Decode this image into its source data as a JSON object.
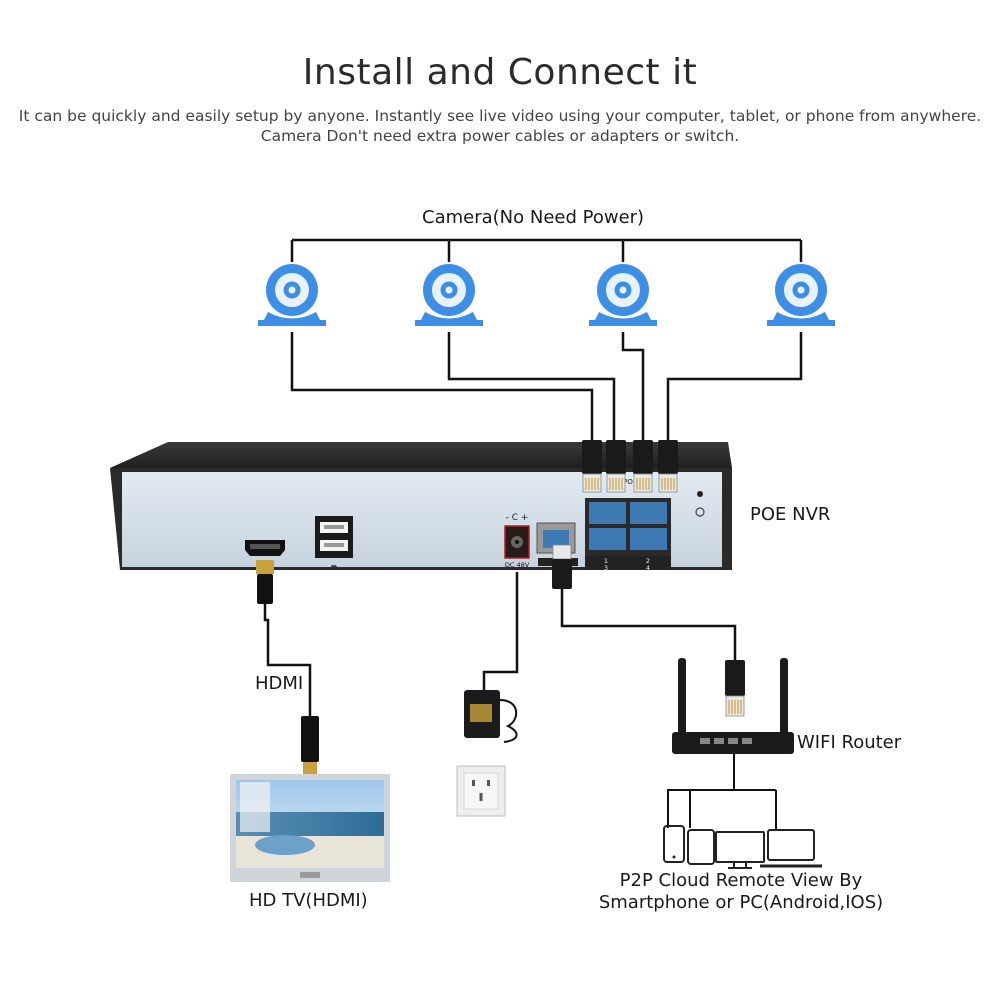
{
  "header": {
    "title": "Install and Connect it",
    "subtitle_line1": "It can be quickly and easily setup by anyone. Instantly see live video using your computer, tablet, or phone from anywhere.",
    "subtitle_line2": "Camera Don't need extra power cables or adapters or switch."
  },
  "labels": {
    "cameras": "Camera(No Need Power)",
    "nvr": "POE NVR",
    "hdmi": "HDMI",
    "router": "WIFI Router",
    "tv": "HD TV(HDMI)",
    "remote_line1": "P2P Cloud Remote View By",
    "remote_line2": "Smartphone or PC(Android,IOS)"
  },
  "nvr_panel": {
    "dc": "DC 48V",
    "poe": "PO",
    "port_numbers": [
      "1",
      "2",
      "3",
      "4"
    ]
  },
  "colors": {
    "camera_blue": "#3d8fe6",
    "cable": "#111111",
    "nvr_top": "#2c2c2c",
    "nvr_face": "#d3dde6",
    "lan_port": "#3d79b3"
  },
  "icons": [
    "camera-icon",
    "hdmi-port-icon",
    "usb-port-icon",
    "power-jack-icon",
    "rj45-plug-icon",
    "router-icon",
    "tv-icon",
    "power-adapter-icon",
    "wall-socket-icon",
    "phone-icon",
    "tablet-icon",
    "desktop-icon",
    "laptop-icon"
  ]
}
